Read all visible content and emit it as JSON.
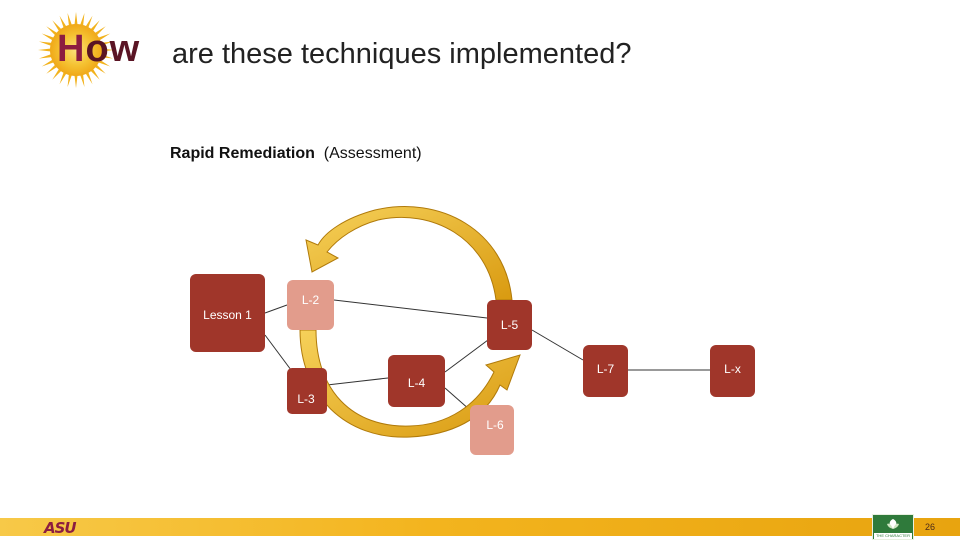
{
  "title": {
    "emphasis": "H",
    "emphasis_rest": "ow",
    "rest": "are these techniques implemented?"
  },
  "subtitle": {
    "bold": "Rapid Remediation",
    "normal": "(Assessment)"
  },
  "nodes": {
    "lesson1": "Lesson 1",
    "l2": "L-2",
    "l3": "L-3",
    "l4": "L-4",
    "l5": "L-5",
    "l6": "L-6",
    "l7": "L-7",
    "lx": "L-x"
  },
  "colors": {
    "dark_node": "#a0362a",
    "light_node": "#e29c8c",
    "arrow": "#e0a814",
    "arrow_edge": "#b07a0a",
    "maroon": "#8c1d40"
  },
  "footer": {
    "logo_text": "ASU",
    "partner_text": "THE CHARACTER",
    "page_number": "26"
  }
}
